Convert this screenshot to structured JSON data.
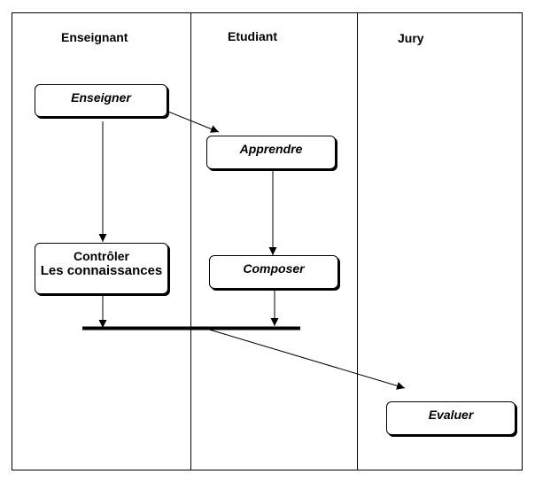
{
  "lanes": [
    {
      "id": "enseignant",
      "title": "Enseignant"
    },
    {
      "id": "etudiant",
      "title": "Etudiant"
    },
    {
      "id": "jury",
      "title": "Jury"
    }
  ],
  "activities": {
    "enseigner": "Enseigner",
    "apprendre": "Apprendre",
    "controler_line1": "Contrôler",
    "controler_line2": "Les connaissances",
    "composer": "Composer",
    "evaluer": "Evaluer"
  },
  "colors": {
    "line": "#000000",
    "background": "#ffffff"
  }
}
